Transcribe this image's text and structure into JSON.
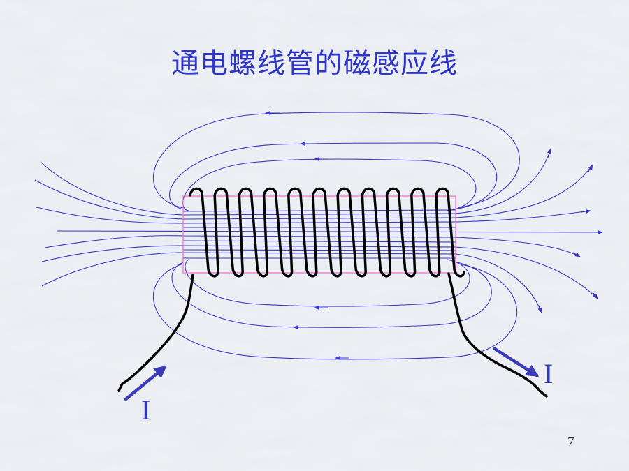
{
  "title": "通电螺线管的磁感应线",
  "current_label_left": "I",
  "current_label_right": "I",
  "page_number": "7",
  "colors": {
    "field_line": "#3a36c8",
    "coil": "#000000",
    "solenoid_box": "#ff66cc",
    "current_arrow": "#3a3ab8",
    "text": "#2f35c8"
  },
  "coil_turns": 11
}
